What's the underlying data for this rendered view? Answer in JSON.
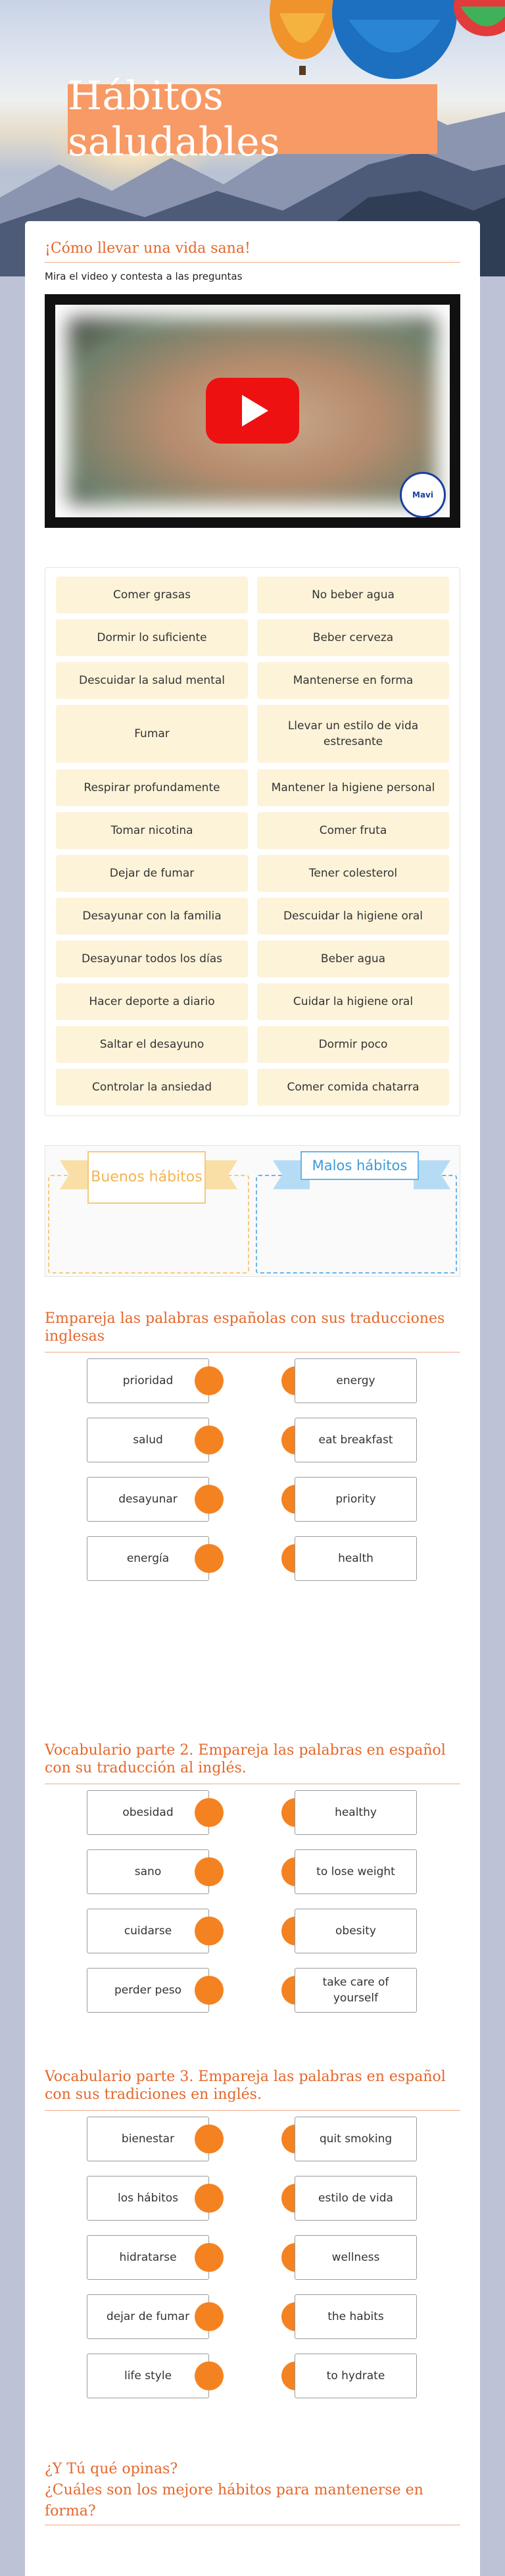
{
  "header": {
    "title": "Hábitos saludables"
  },
  "section1": {
    "heading": "¡Cómo llevar una vida sana!",
    "instruction": "Mira el video y contesta a las preguntas",
    "video": {
      "play_icon": "play-icon",
      "watermark": "Mavi"
    }
  },
  "word_grid": {
    "items": [
      [
        "Comer grasas",
        "No beber agua"
      ],
      [
        "Dormir lo suficiente",
        "Beber cerveza"
      ],
      [
        "Descuidar la salud mental",
        "Mantenerse en forma"
      ],
      [
        "Fumar",
        "Llevar un estilo de vida estresante"
      ],
      [
        "Respirar profundamente",
        "Mantener la higiene personal"
      ],
      [
        "Tomar nicotina",
        "Comer fruta"
      ],
      [
        "Dejar de fumar",
        "Tener colesterol"
      ],
      [
        "Desayunar con la familia",
        "Descuidar la higiene oral"
      ],
      [
        "Desayunar todos los días",
        "Beber agua"
      ],
      [
        "Hacer deporte a diario",
        "Cuidar la higiene oral"
      ],
      [
        "Saltar el desayuno",
        "Dormir poco"
      ],
      [
        "Controlar la ansiedad",
        "Comer comida chatarra"
      ]
    ]
  },
  "sort": {
    "good_label": "Buenos hábitos",
    "bad_label": "Malos hábitos",
    "good_color": "#f6c97a",
    "bad_color": "#6ab4e8"
  },
  "match1": {
    "heading": "Empareja las palabras españolas con sus traducciones inglesas",
    "left": [
      "prioridad",
      "salud",
      "desayunar",
      "energía"
    ],
    "right": [
      "energy",
      "eat breakfast",
      "priority",
      "health"
    ]
  },
  "match2": {
    "heading": "Vocabulario parte 2.  Empareja las palabras en español con su traducción al inglés.",
    "left": [
      "obesidad",
      "sano",
      "cuidarse",
      "perder peso"
    ],
    "right": [
      "healthy",
      "to lose weight",
      "obesity",
      "take care of yourself"
    ]
  },
  "match3": {
    "heading": "Vocabulario parte 3. Empareja las palabras en español con sus tradiciones en inglés.",
    "left": [
      "bienestar",
      "los hábitos",
      "hidratarse",
      "dejar de fumar",
      "life style"
    ],
    "right": [
      "quit smoking",
      "estilo de vida",
      "wellness",
      "the habits",
      "to hydrate"
    ]
  },
  "footer": {
    "question1": "¿Y Tú qué opinas?",
    "question2": "¿Cuáles son los mejore hábitos para mantenerse en forma?"
  },
  "colors": {
    "accent": "#e4672b",
    "title_bg": "#f79a65",
    "dot": "#f58220",
    "chip_bg": "#fdf3d9"
  }
}
